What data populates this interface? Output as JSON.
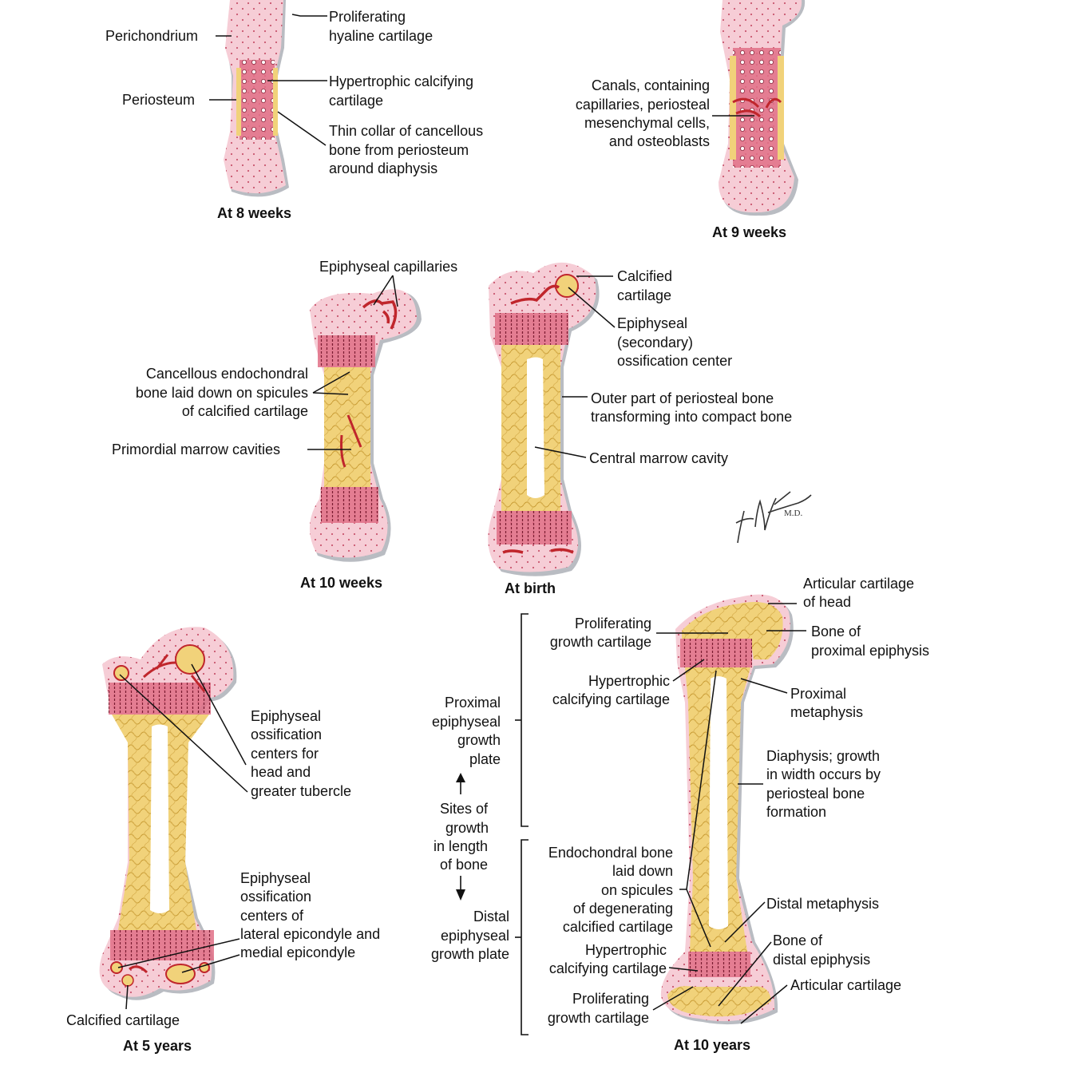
{
  "panels": {
    "w8": {
      "caption": "At 8 weeks",
      "labels": {
        "perichondrium": "Perichondrium",
        "periosteum": "Periosteum",
        "prolif_1": "Proliferating",
        "prolif_2": "hyaline cartilage",
        "hyper_1": "Hypertrophic calcifying",
        "hyper_2": "cartilage",
        "collar_1": "Thin collar of cancellous",
        "collar_2": "bone from periosteum",
        "collar_3": "around diaphysis"
      }
    },
    "w9": {
      "caption": "At 9 weeks",
      "labels": {
        "canals_1": "Canals, containing",
        "canals_2": "capillaries, periosteal",
        "canals_3": "mesenchymal cells,",
        "canals_4": "and osteoblasts"
      }
    },
    "w10": {
      "caption": "At 10 weeks",
      "labels": {
        "epi_cap": "Epiphyseal capillaries",
        "canc_1": "Cancellous endochondral",
        "canc_2": "bone laid down on spicules",
        "canc_3": "of calcified cartilage",
        "primordial": "Primordial marrow cavities"
      }
    },
    "birth": {
      "caption": "At birth",
      "labels": {
        "calc_1": "Calcified",
        "calc_2": "cartilage",
        "sec_1": "Epiphyseal",
        "sec_2": "(secondary)",
        "sec_3": "ossification center",
        "outer_1": "Outer part of periosteal bone",
        "outer_2": "transforming into compact bone",
        "marrow": "Central marrow cavity"
      }
    },
    "y5": {
      "caption": "At 5 years",
      "labels": {
        "head_1": "Epiphyseal",
        "head_2": "ossification",
        "head_3": "centers for",
        "head_4": "head and",
        "head_5": "greater tubercle",
        "epic_1": "Epiphyseal",
        "epic_2": "ossification",
        "epic_3": "centers of",
        "epic_4": "lateral epicondyle and",
        "epic_5": "medial epicondyle",
        "calc": "Calcified cartilage"
      }
    },
    "y10": {
      "caption": "At 10 years",
      "labels": {
        "artic_head_1": "Articular cartilage",
        "artic_head_2": "of head",
        "bone_prox_1": "Bone of",
        "bone_prox_2": "proximal epiphysis",
        "prox_meta_1": "Proximal",
        "prox_meta_2": "metaphysis",
        "diaph_1": "Diaphysis; growth",
        "diaph_2": "in width occurs by",
        "diaph_3": "periosteal bone",
        "diaph_4": "formation",
        "dist_meta": "Distal metaphysis",
        "bone_dist_1": "Bone of",
        "bone_dist_2": "distal epiphysis",
        "artic": "Articular cartilage",
        "prolif_top_1": "Proliferating",
        "prolif_top_2": "growth cartilage",
        "hyper_top_1": "Hypertrophic",
        "hyper_top_2": "calcifying cartilage",
        "endo_1": "Endochondral bone",
        "endo_2": "laid down",
        "endo_3": "on spicules",
        "endo_4": "of degenerating",
        "endo_5": "calcified cartilage",
        "hyper_bot_1": "Hypertrophic",
        "hyper_bot_2": "calcifying cartilage",
        "prolif_bot_1": "Proliferating",
        "prolif_bot_2": "growth cartilage"
      }
    }
  },
  "growth": {
    "prox_1": "Proximal",
    "prox_2": "epiphyseal",
    "prox_3": "growth",
    "prox_4": "plate",
    "sites_1": "Sites of",
    "sites_2": "growth",
    "sites_3": "in length",
    "sites_4": "of bone",
    "dist_1": "Distal",
    "dist_2": "epiphyseal",
    "dist_3": "growth plate"
  },
  "colors": {
    "cartilage": "#f6cdd6",
    "cartilage_dot": "#c8566e",
    "hypertrophic": "#e06e86",
    "bone": "#f1d27a",
    "bone_dark": "#c79a32",
    "periosteum_shadow": "#b9bcc2",
    "vessel": "#c0262c",
    "marrow": "#ffffff"
  }
}
